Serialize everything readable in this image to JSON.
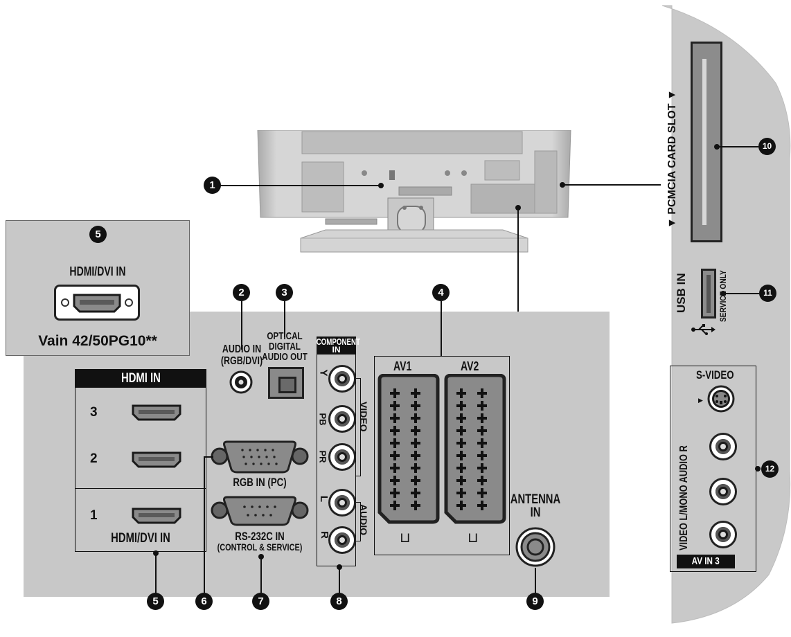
{
  "side_panel": {
    "pcmcia_label": "▼ PCMCIA CARD SLOT ▼",
    "usb_label": "USB IN",
    "service_only": "SERVICE ONLY",
    "svideo_label": "S-VIDEO",
    "av_vertical_label": "VIDEO L/MONO AUDIO R",
    "av_in3": "AV IN 3"
  },
  "inset": {
    "port_title": "HDMI/DVI IN",
    "model_caption": "Vain 42/50PG10**"
  },
  "rear_panel": {
    "hdmi_header": "HDMI IN",
    "hdmi_port_numbers": [
      "3",
      "2",
      "1"
    ],
    "hdmi_dvi_label": "HDMI/DVI IN",
    "audio_in_label_1": "AUDIO IN",
    "audio_in_label_2": "(RGB/DVI)",
    "optical_label_1": "OPTICAL",
    "optical_label_2": "DIGITAL",
    "optical_label_3": "AUDIO OUT",
    "rgb_label": "RGB IN (PC)",
    "rs232_label_1": "RS-232C IN",
    "rs232_label_2": "(CONTROL & SERVICE)",
    "component_label_1": "COMPONENT",
    "component_label_2": "IN",
    "component_jacks": [
      "Y",
      "PB",
      "PR",
      "L",
      "R"
    ],
    "video_bracket": "VIDEO",
    "audio_bracket": "AUDIO",
    "av1": "AV1",
    "av2": "AV2",
    "antenna_1": "ANTENNA",
    "antenna_2": "IN"
  },
  "callouts": {
    "c1": "1",
    "c2": "2",
    "c3": "3",
    "c4": "4",
    "c5_inset": "5",
    "c5": "5",
    "c6": "6",
    "c7": "7",
    "c8": "8",
    "c9": "9",
    "c10": "10",
    "c11": "11",
    "c12": "12"
  },
  "colors": {
    "panel_gray": "#c8c8c8",
    "jack_dark": "#1a1a1a",
    "port_gray": "#8a8a8a"
  }
}
